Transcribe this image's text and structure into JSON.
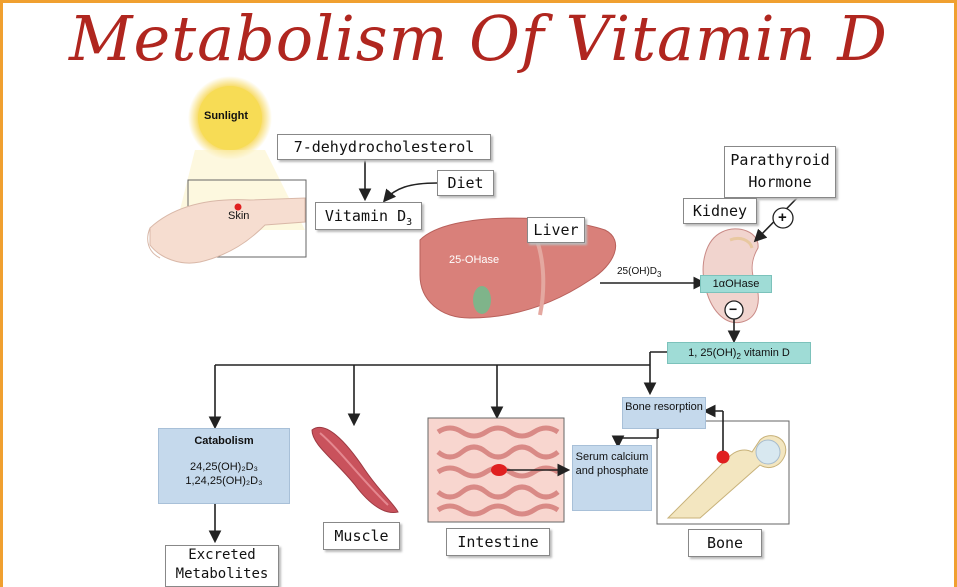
{
  "title": "Metabolism Of Vitamin D",
  "labels": {
    "sunlight": "Sunlight",
    "skin": "Skin",
    "dehydrocholesterol": "7-dehydrocholesterol",
    "diet": "Diet",
    "vitamin_d3_prefix": "Vitamin D",
    "vitamin_d3_sub": "3",
    "liver": "Liver",
    "ohase_25": "25-OHase",
    "oh_d3_prefix": "25(OH)D",
    "oh_d3_sub": "3",
    "parathyroid_hormone": "Parathyroid Hormone",
    "kidney": "Kidney",
    "alpha_ohase": "1αOHase",
    "plus_sign": "+",
    "minus_sign": "−",
    "calcitriol_a": "1, 25(OH)",
    "calcitriol_sub": "2",
    "calcitriol_b": " vitamin D",
    "catabolism": "Catabolism",
    "catabolite_1": "24,25(OH)₂D₃",
    "catabolite_2": "1,24,25(OH)₂D₃",
    "excreted_metabolites": "Excreted Metabolites",
    "muscle": "Muscle",
    "intestine": "Intestine",
    "serum": "Serum calcium and phosphate",
    "bone_resorption": "Bone resorption",
    "bone": "Bone"
  },
  "colors": {
    "title": "#b0261f",
    "frame": "#f0a030",
    "organ": "#d9807a",
    "teal_box": "#9fdcd6",
    "blue_box": "#c5d9ec",
    "red_dot": "#e02020"
  }
}
